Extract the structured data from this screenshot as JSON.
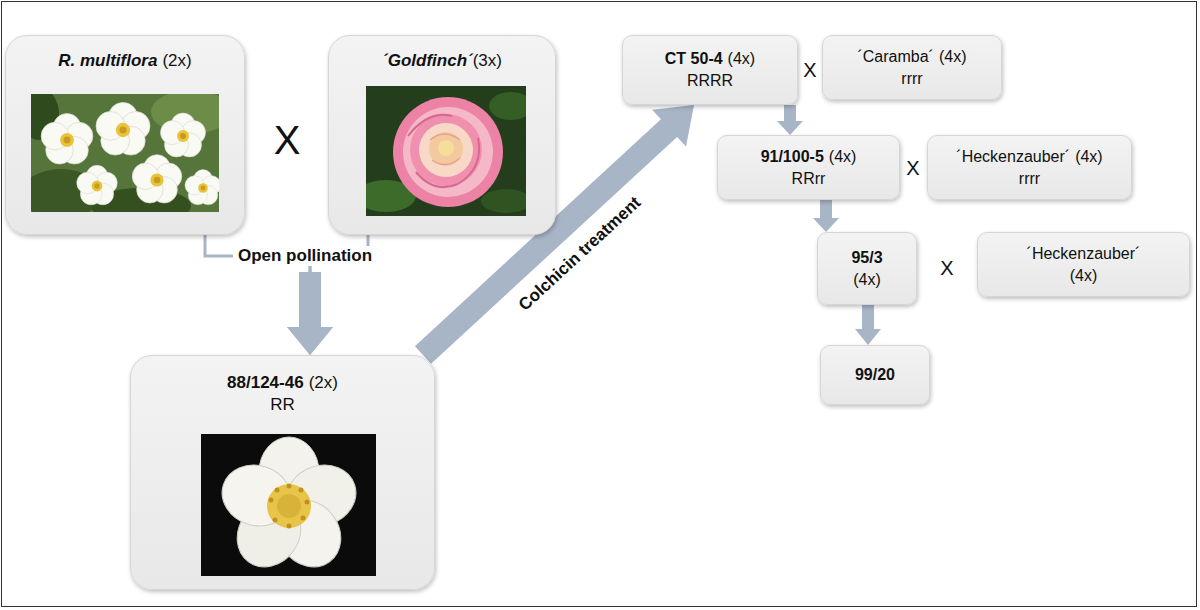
{
  "diagram": {
    "nodes": [
      {
        "text": [
          "R. multiflora",
          "(2x)"
        ]
      },
      {
        "text": [
          "´Goldfinch´",
          "(3x)"
        ]
      },
      {
        "text": [
          "88/124-46",
          "(2x)",
          "RR"
        ]
      },
      {
        "text": [
          "CT 50-4",
          "(4x)",
          "RRRR"
        ]
      },
      {
        "text": [
          "´Caramba´",
          "(4x)",
          "rrrr"
        ]
      },
      {
        "text": [
          "91/100-5",
          "(4x)",
          "RRrr"
        ]
      },
      {
        "text": [
          "´Heckenzauber´",
          "(4x)",
          "rrrr"
        ]
      },
      {
        "text": [
          "95/3",
          "(4x)"
        ]
      },
      {
        "text": [
          "´Heckenzauber´",
          "(4x)"
        ]
      },
      {
        "text": [
          "99/20"
        ]
      }
    ],
    "edges": [
      {
        "from": 0,
        "to": 2,
        "arrow": "to",
        "label": "Open pollination"
      },
      {
        "from": 1,
        "to": 2,
        "arrow": "to"
      },
      {
        "from": 2,
        "to": 3,
        "arrow": "to",
        "label": "Colchicin treatment"
      },
      {
        "from": 3,
        "to": 5,
        "arrow": "to"
      },
      {
        "from": 5,
        "to": 7,
        "arrow": "to"
      },
      {
        "from": 7,
        "to": 9,
        "arrow": "to"
      }
    ],
    "labels": [
      "X",
      "X",
      "X",
      "X"
    ]
  }
}
